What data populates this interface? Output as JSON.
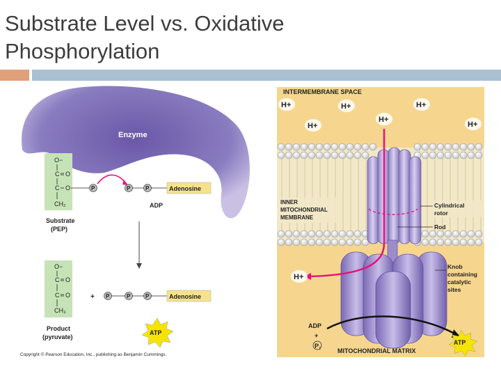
{
  "slide": {
    "title_line1": "Substrate Level vs. Oxidative",
    "title_line2": "Phosphorylation"
  },
  "substrate_panel": {
    "enzyme_label": "Enzyme",
    "oxygen_minus": "O−",
    "carbon": "C",
    "oxygen_double": "O",
    "oxygen_single": "O",
    "ch2": "CH₂",
    "ch3": "CH₃",
    "phosphate": "P",
    "adenosine_top": "Adenosine",
    "adp_label": "ADP",
    "substrate_label_line1": "Substrate",
    "substrate_label_line2": "(PEP)",
    "adenosine_bottom": "Adenosine",
    "plus": "+",
    "product_label_line1": "Product",
    "product_label_line2": "(pyruvate)",
    "atp_label": "ATP",
    "copyright": "Copyright © Pearson Education, Inc., publishing as Benjamin Cummings."
  },
  "oxidative_panel": {
    "intermembrane_space": "INTERMEMBRANE SPACE",
    "h_plus": "H+",
    "inner_membrane_line1": "INNER",
    "inner_membrane_line2": "MITOCHONDRIAL",
    "inner_membrane_line3": "MEMBRANE",
    "cylindrical_rotor_line1": "Cylindrical",
    "cylindrical_rotor_line2": "rotor",
    "rod": "Rod",
    "knob_line1": "Knob",
    "knob_line2": "containing",
    "knob_line3": "catalytic",
    "knob_line4": "sites",
    "adp": "ADP",
    "plus": "+",
    "pi": "P",
    "pi_sub": "i",
    "matrix": "MITOCHONDRIAL MATRIX",
    "atp": "ATP"
  },
  "colors": {
    "title_text": "#3d3d3d",
    "accent_orange": "#e0a07a",
    "accent_blue": "#a9c0d3",
    "enzyme_purple": "#8070b8",
    "background_tan": "#f6d68e",
    "atp_yellow": "#f6e400",
    "arrow_magenta": "#e8107a"
  }
}
